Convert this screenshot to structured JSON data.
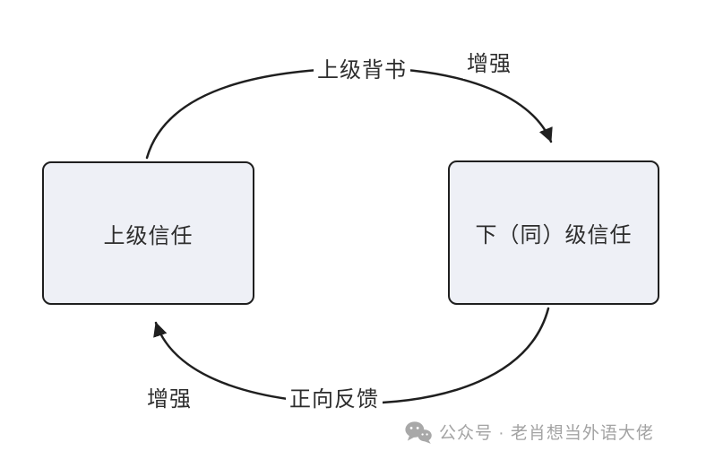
{
  "diagram": {
    "nodes": {
      "left": {
        "label": "上级信任"
      },
      "right": {
        "label": "下（同）级信任"
      }
    },
    "edges": {
      "top": {
        "label": "上级背书",
        "effect": "增强",
        "direction": "left-to-right"
      },
      "bottom": {
        "label": "正向反馈",
        "effect": "增强",
        "direction": "right-to-left"
      }
    },
    "colors": {
      "node_fill": "#eef0f6",
      "node_border": "#1f1f1f",
      "arrow": "#1f1f1f",
      "text": "#2d2d2d",
      "watermark": "#a3a3a3"
    }
  },
  "watermark": {
    "icon": "wechat-icon",
    "text": "公众号 · 老肖想当外语大佬"
  }
}
